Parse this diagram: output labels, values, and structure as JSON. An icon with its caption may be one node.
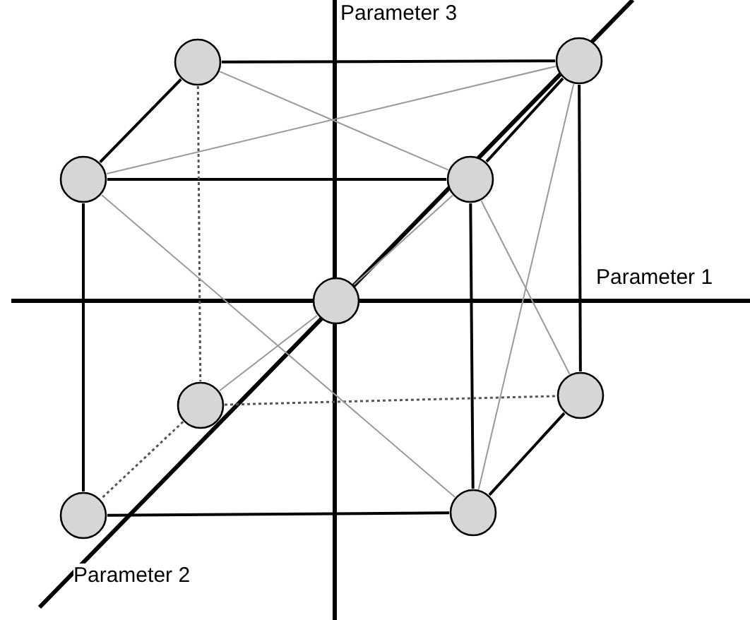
{
  "diagram": {
    "nodes": [
      {
        "text": [],
        "shape": "circle"
      },
      {
        "text": [],
        "shape": "circle"
      },
      {
        "text": [],
        "shape": "circle"
      },
      {
        "text": [],
        "shape": "circle"
      },
      {
        "text": [],
        "shape": "circle"
      },
      {
        "text": [],
        "shape": "circle"
      },
      {
        "text": [],
        "shape": "circle"
      },
      {
        "text": [],
        "shape": "circle"
      },
      {
        "text": [],
        "shape": "circle"
      }
    ],
    "edges": [
      {
        "from": 0,
        "to": 1,
        "arrow": "none"
      },
      {
        "from": 0,
        "to": 2,
        "arrow": "none"
      },
      {
        "from": 1,
        "to": 3,
        "arrow": "none"
      },
      {
        "from": 2,
        "to": 3,
        "arrow": "none"
      },
      {
        "from": 2,
        "to": 7,
        "arrow": "none"
      },
      {
        "from": 3,
        "to": 8,
        "arrow": "none"
      },
      {
        "from": 7,
        "to": 8,
        "arrow": "none"
      },
      {
        "from": 1,
        "to": 6,
        "arrow": "none"
      },
      {
        "from": 6,
        "to": 8,
        "arrow": "none"
      },
      {
        "from": 0,
        "to": 5,
        "arrow": "none",
        "style": "dashed"
      },
      {
        "from": 5,
        "to": 6,
        "arrow": "none",
        "style": "dashed"
      },
      {
        "from": 5,
        "to": 7,
        "arrow": "none",
        "style": "dashed"
      },
      {
        "from": 0,
        "to": 3,
        "arrow": "none",
        "color": "#999999"
      },
      {
        "from": 2,
        "to": 1,
        "arrow": "none",
        "color": "#999999"
      },
      {
        "from": 2,
        "to": 8,
        "arrow": "none",
        "color": "#999999"
      },
      {
        "from": 3,
        "to": 6,
        "arrow": "none",
        "color": "#999999"
      },
      {
        "from": 1,
        "to": 8,
        "arrow": "none",
        "color": "#999999"
      },
      {
        "from": 3,
        "to": 4,
        "arrow": "none",
        "color": "#999999"
      },
      {
        "from": 4,
        "to": 5,
        "arrow": "none",
        "color": "#999999"
      }
    ],
    "labels": [
      "Parameter 3",
      "Parameter 1",
      "Parameter 2"
    ]
  }
}
